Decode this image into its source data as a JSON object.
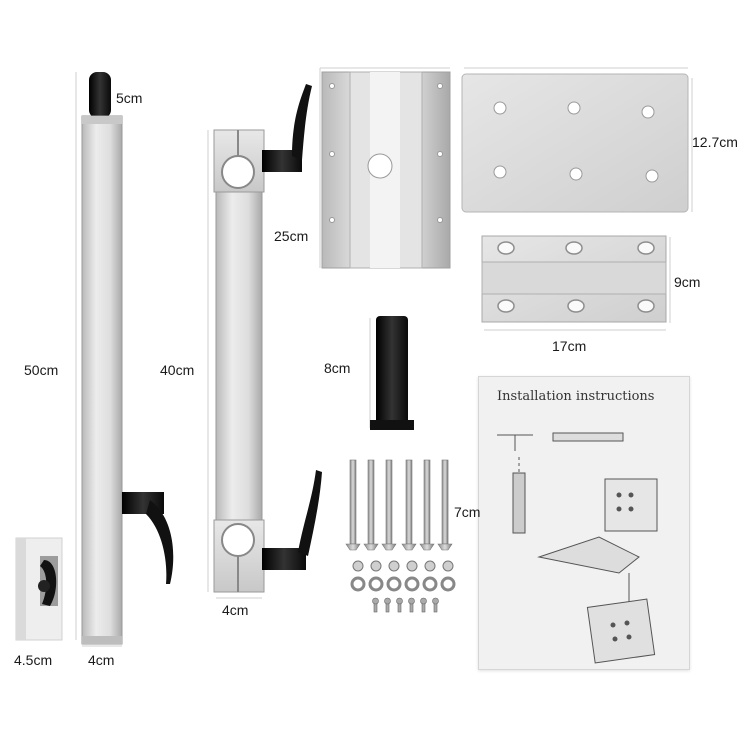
{
  "labels": {
    "pole_cap": "5cm",
    "long_pole_height": "50cm",
    "long_pole_width": "4cm",
    "clamp_width": "4.5cm",
    "short_pole_height": "40cm",
    "short_pole_width": "4cm",
    "channel_plate_height": "25cm",
    "flat_plate_height": "12.7cm",
    "small_plate_height": "9cm",
    "small_plate_width": "17cm",
    "sleeve_height": "8cm",
    "screw_length": "7cm"
  },
  "manual": {
    "title": "Installation instructions"
  },
  "colors": {
    "aluminum": "#d9d9d9",
    "aluminum_shadow": "#b8b8b8",
    "black_part": "#1c1c1c"
  }
}
